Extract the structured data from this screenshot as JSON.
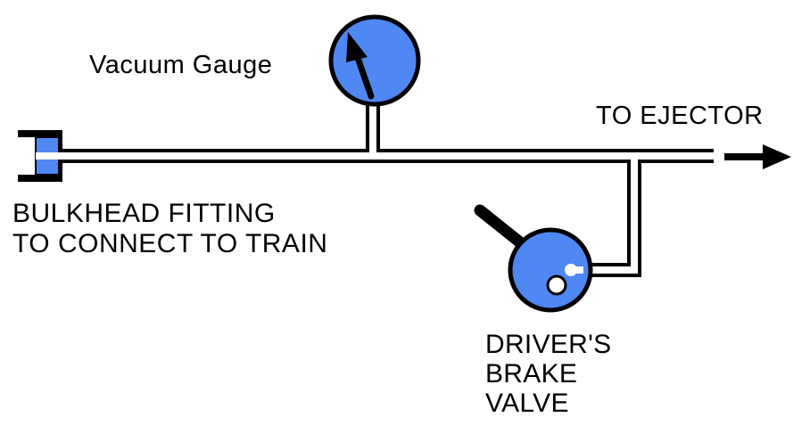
{
  "labels": {
    "vacuum_gauge": "Vacuum  Gauge",
    "to_ejector": "TO EJECTOR",
    "bulkhead_line1": "BULKHEAD  FITTING",
    "bulkhead_line2": "TO  CONNECT  TO  TRAIN",
    "valve_line1": "DRIVER'S",
    "valve_line2": "BRAKE",
    "valve_line3": "VALVE"
  },
  "colors": {
    "component_fill": "#4f87f3",
    "outline": "#000000",
    "background": "#ffffff"
  },
  "icons": {
    "gauge_needle": "arrow-needle-icon",
    "flow_direction": "right-arrow-icon"
  }
}
